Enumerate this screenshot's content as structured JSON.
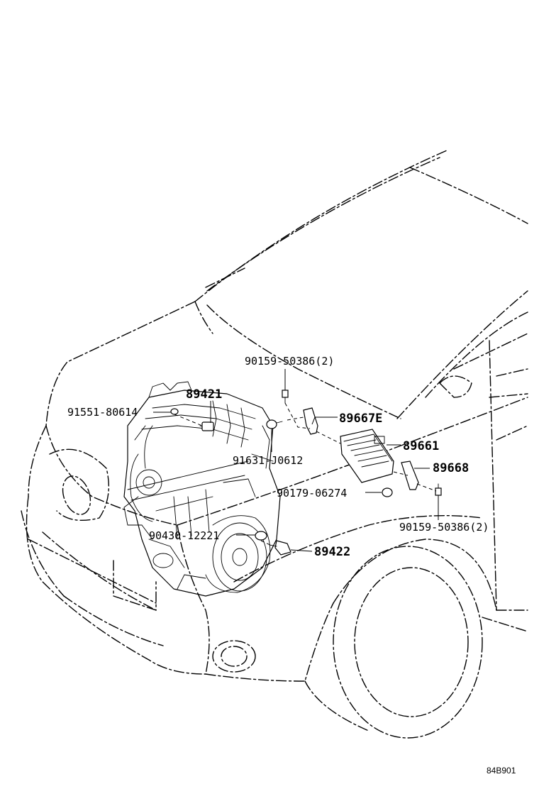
{
  "callouts": {
    "c1": "90159-50386(2)",
    "c2": "89421",
    "c3": "91551-80614",
    "c4": "89667E",
    "c5": "89661",
    "c6": "91631-J0612",
    "c7": "89668",
    "c8": "90179-06274",
    "c9": "90159-50386(2)",
    "c10": "90430-12221",
    "c11": "89422"
  },
  "figure_code": "84B901"
}
